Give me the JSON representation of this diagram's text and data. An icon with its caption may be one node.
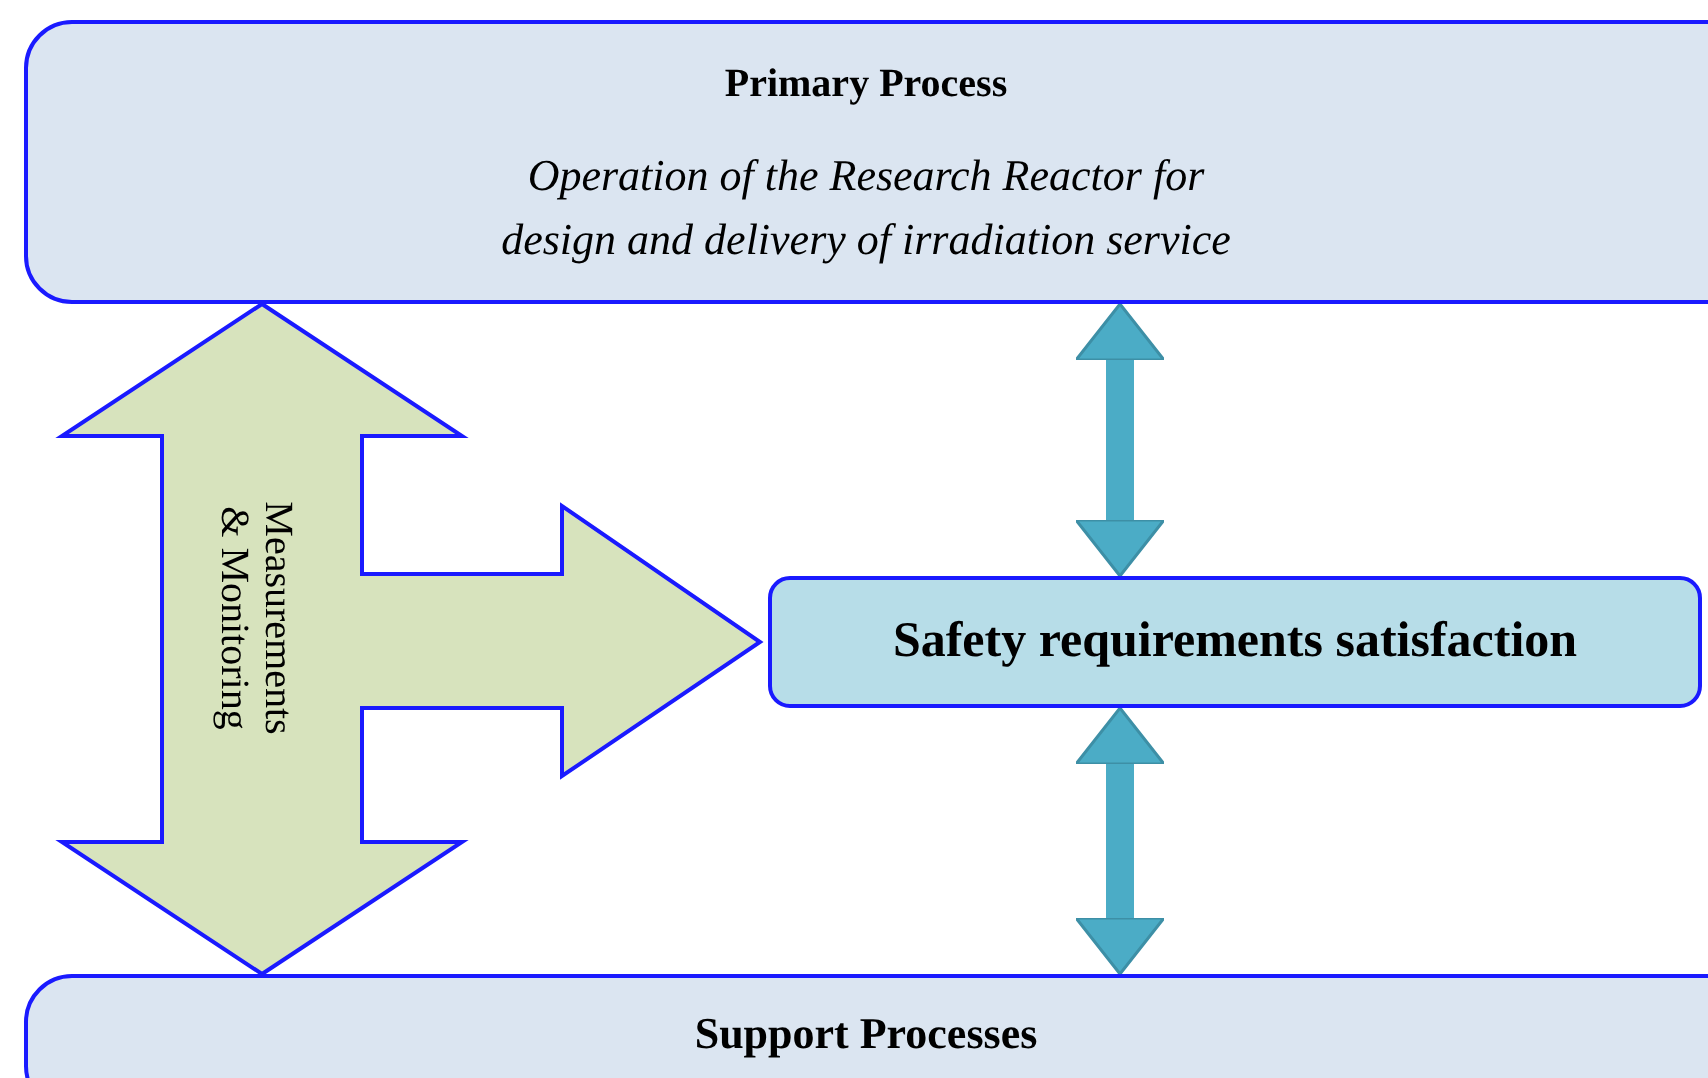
{
  "diagram": {
    "nodes": [
      {
        "text": [
          "Primary Process",
          "Operation of the Research Reactor for design and delivery of irradiation service"
        ]
      },
      {
        "text": [
          "Safety requirements satisfaction"
        ]
      },
      {
        "text": [
          "Support Processes"
        ]
      }
    ],
    "edges": [
      {
        "from": 1,
        "to": 0,
        "arrow": "both"
      },
      {
        "from": 1,
        "to": 2,
        "arrow": "both"
      },
      {
        "from": 0,
        "to": 2,
        "arrow": "both",
        "label": "Measurements & Monitoring",
        "style": "thick",
        "color": "#d7e3bd"
      },
      {
        "from": null,
        "to": 1,
        "arrow": "to",
        "style": "thick",
        "color": "#d7e3bd"
      }
    ]
  }
}
